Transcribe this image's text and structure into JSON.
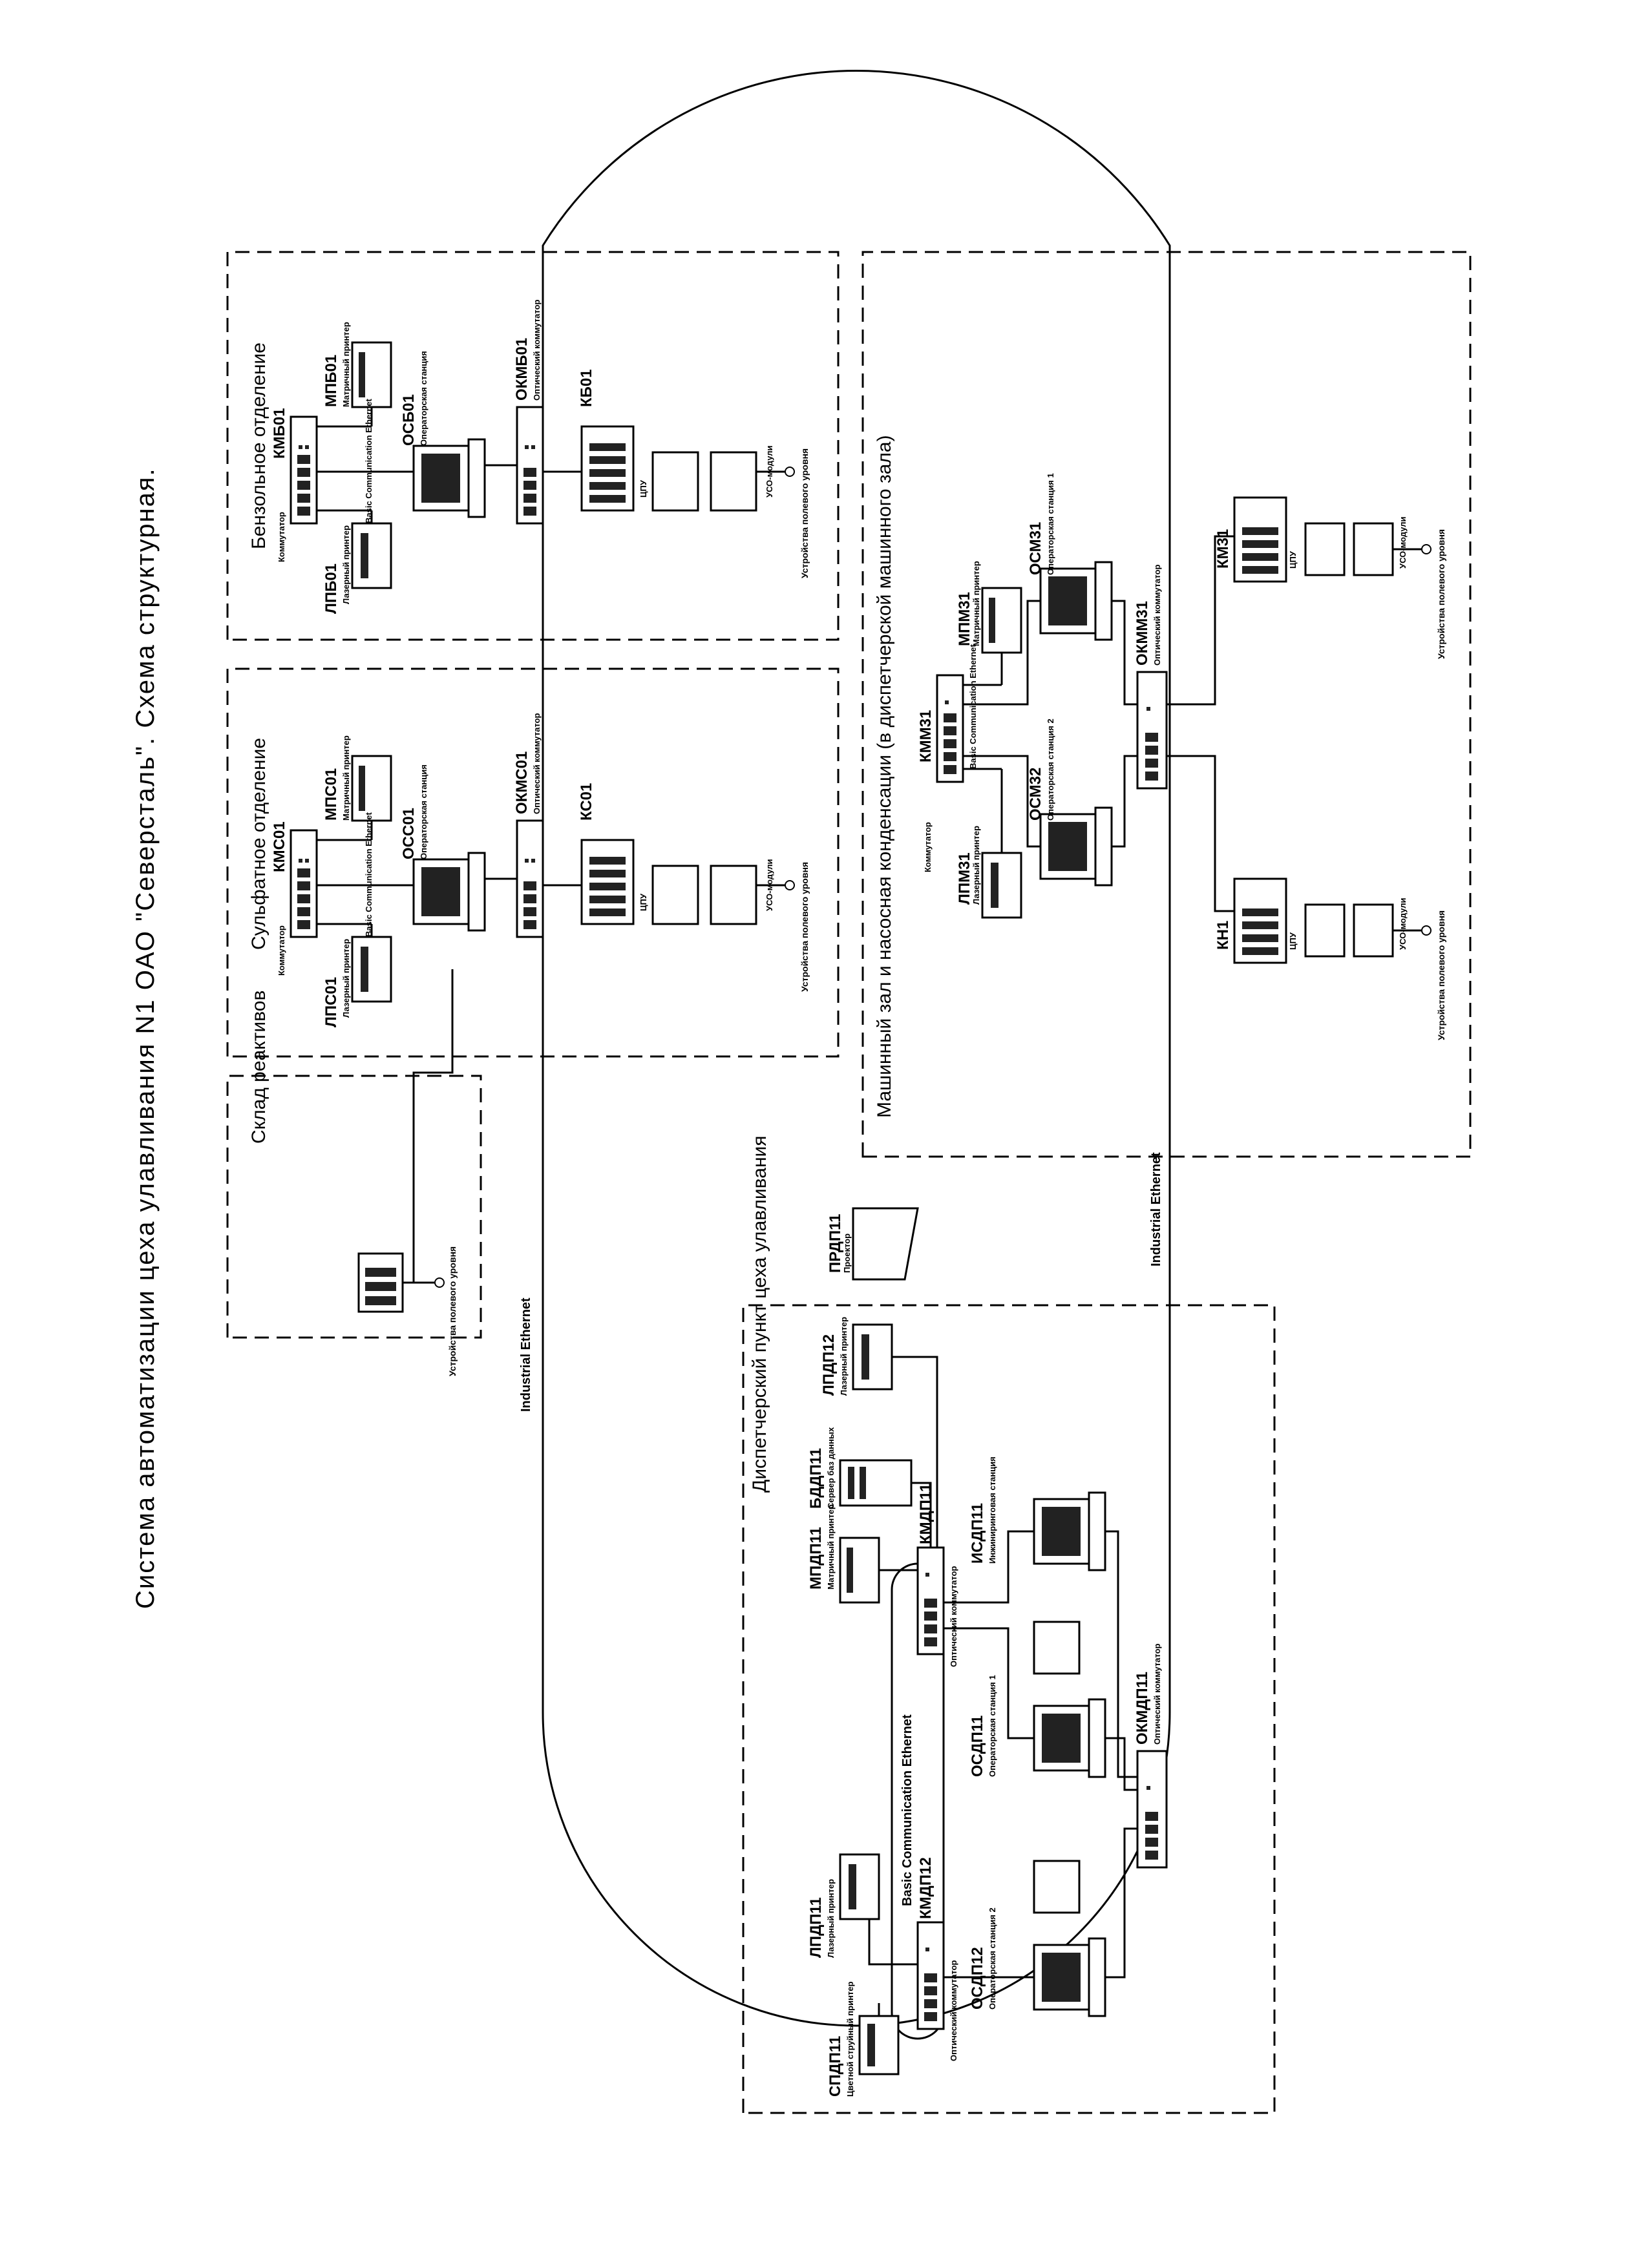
{
  "title": "Система автоматизации цеха улавливания N1 ОАО \"Северсталь\". Схема структурная.",
  "zones": {
    "warehouse": "Склад реактивов",
    "sulfate": "Сульфатное отделение",
    "benzene": "Бензольное отделение",
    "machine_hall": "Машинный зал и насосная конденсации (в диспетчерской машинного зала)",
    "dispatch": "Диспетчерский пункт цеха улавливания"
  },
  "networks": {
    "industrial_ethernet": "Industrial Ethernet",
    "basic_comm": "Basic Communication Ethernet"
  },
  "labels": {
    "laser_printer": "Лазерный принтер",
    "matrix_printer": "Матричный принтер",
    "operator_station": "Операторская станция",
    "operator_station_1": "Операторская станция 1",
    "operator_station_2": "Операторская станция 2",
    "switch": "Коммутатор",
    "optical_switch": "Оптический коммутатор",
    "field_devices": "Устройства полевого уровня",
    "engineering_station": "Инжиниринговая станция",
    "db_server": "Сервер баз данных",
    "projector": "Проектор",
    "color_printer": "Цветной струйный принтер",
    "cpu": "ЦПУ",
    "io_modules": "УСО-модули",
    "basic_comm_ethernet": "Basic Communication Ethernet"
  },
  "devices": {
    "kms01": "КМС01",
    "lps01": "ЛПС01",
    "mps01": "МПС01",
    "oss01": "ОСС01",
    "okms01": "ОКМС01",
    "ks01": "КС01",
    "kmb01": "КМБ01",
    "lpb01": "ЛПБ01",
    "mpb01": "МПБ01",
    "osb01": "ОСБ01",
    "okmb01": "ОКМБ01",
    "kb01": "КБ01",
    "kmm31": "КММ31",
    "lpm31": "ЛПМ31",
    "mpm31": "МПМ31",
    "osm31": "ОСМ31",
    "osm32": "ОСМ32",
    "okmm31": "ОКММ31",
    "kn1": "КН1",
    "km31": "КМ31",
    "kmdp11": "КМДП11",
    "kmdp12": "КМДП12",
    "okmdp11": "ОКМДП11",
    "mpdp11": "МПДП11",
    "bddp11": "БДДП11",
    "lpdp12": "ЛПДП12",
    "prdp11": "ПРДП11",
    "isdp11": "ИСДП11",
    "osdp11": "ОСДП11",
    "osdp12": "ОСДП12",
    "lpdp11": "ЛПДП11",
    "spdp11": "СПДП11"
  }
}
